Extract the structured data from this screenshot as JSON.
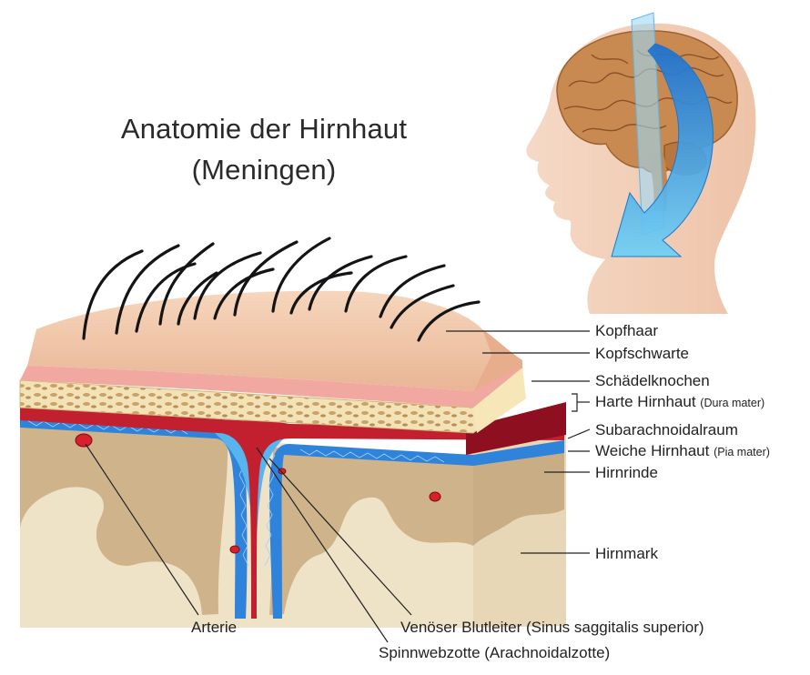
{
  "title": {
    "line1": "Anatomie der Hirnhaut",
    "line2": "(Meningen)"
  },
  "labels": {
    "kopfhaar": "Kopfhaar",
    "kopfschwarte": "Kopfschwarte",
    "schaedelknochen": "Schädelknochen",
    "harte_hirnhaut": "Harte Hirnhaut",
    "harte_hirnhaut_latin": "(Dura mater)",
    "subarachnoidalraum": "Subarachnoidalraum",
    "weiche_hirnhaut": "Weiche Hirnhaut",
    "weiche_hirnhaut_latin": "(Pia mater)",
    "hirnrinde": "Hirnrinde",
    "hirnmark": "Hirnmark",
    "arterie": "Arterie",
    "venoeser_blutleiter": "Venöser Blutleiter (Sinus saggitalis superior)",
    "spinnwebzotte": "Spinnwebzotte (Arachnoidalzotte)"
  },
  "colors": {
    "skin": "#f1c9ab",
    "scalp_pink": "#f0a8a0",
    "bone": "#f6e5b4",
    "dura": "#c02030",
    "csf_blue": "#2f8be0",
    "cortex": "#d9c09a",
    "white_matter": "#efe3c8",
    "hair": "#141414",
    "head_skin": "#f3d2bd",
    "brain": "#c9894f",
    "arrow": "#2aa0e6"
  }
}
